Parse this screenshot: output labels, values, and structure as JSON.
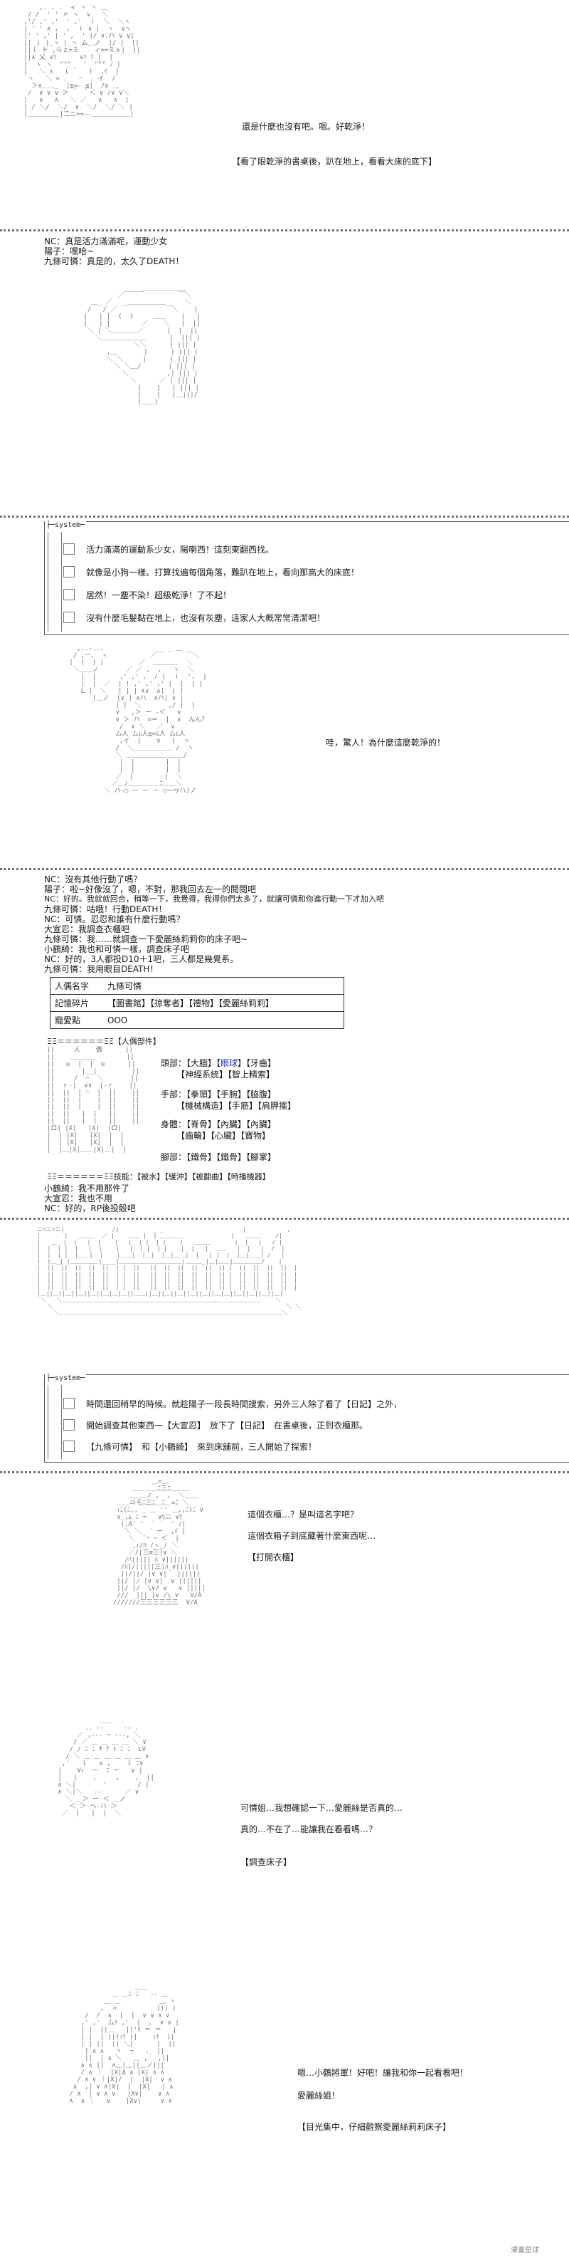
{
  "panel1": {
    "speech": "還是什麼也沒有吧。嗯。好乾淨！",
    "action": "【看了眼乾淨的書桌後，趴在地上，看看大床的底下】"
  },
  "log1": [
    "NC：真是活力滿滿呢，運動少女",
    "陽子：嘿哈~",
    "九條可憐：真是的，太久了DEATH！"
  ],
  "system1": {
    "tab": "├─system─",
    "lines": [
      "活力滿滿的運動系少女，陽喇西！這刻東翻西找。",
      "就像是小狗一樣。打算找遍每個角落，難趴在地上，看向那高大的床底！",
      "居然！一塵不染！超級乾淨！了不起！",
      "沒有什麼毛髮黏在地上，也沒有灰塵，這家人大概常常清潔吧！"
    ]
  },
  "panel2": {
    "speech": "哇，驚人！為什麼這麼乾淨的！"
  },
  "log2": [
    "NC：沒有其他行動了嗎？",
    "陽子：啦~好像沒了，嗯，不對，那我回去左一的閱閱吧",
    "NC：好的。我就就回合，稍等一下，我覺得，我得你們太多了，就讓可憐和你進行動一下才加入吧",
    "九條可憐：咕哦！行動DEATH！",
    "NC：可憐。忍忍和誰有什麼行動嗎？",
    "大宣忍：我調查衣櫃吧",
    "九條可憐：我……就調查一下愛麗絲莉莉你的床子吧~",
    "小鶴綺：我也和可憐一樣，調查床子吧",
    "NC：好的，3人都投D10＋1吧，三人都是幾覺系。",
    "九條可憐：我用眼目DEATH！"
  ],
  "profile": {
    "rows": [
      {
        "label": "人偶名字",
        "value": "九條可憐"
      },
      {
        "label": "記憶碎片",
        "value": "【圖書館】【掠奪者】【禮物】【愛麗絲莉莉】"
      },
      {
        "label": "寵愛點",
        "value": "OOO"
      }
    ]
  },
  "parts": {
    "header": "ΞΞ＝＝＝＝＝＝ΞΞ【人偶部件】",
    "head": "頭部：【大腦】【眼球】【牙齒】",
    "head_blue": "眼球",
    "head2": "【神經系統】【智上精索】",
    "arms": "手部：【拳頭】【手腕】【脇腹】",
    "arms2": "【機械構造】【手筋】【肩胛擺】",
    "torso": "身體：【脊骨】【內臟】【內臟】",
    "torso2": "【齒輪】【心臟】【寶物】",
    "legs": "腳部：【鐵骨】【鐵骨】【腳掌】",
    "footer": "ΞΞ＝＝＝＝＝＝ΞΞ技能：【被水】【緩沖】【被翻曲】【時播機器】"
  },
  "log3": [
    "小鶴綺：我不用那件了",
    "大宣忍：我也不用",
    "NC：好的，RP後投骰吧"
  ],
  "system2": {
    "tab": "├─system─",
    "lines": [
      "時間還回稍早的時候。就趁陽子一段長時間搜索，另外三人除了看了【日記】之外，",
      "開始調查其他東西一【大宣忍】　放下了【日記】　在書桌後，正到衣櫃那。",
      "【九條可憐】　和【小鶴綺】　來到床舖前，三人開始了探索！"
    ]
  },
  "panel3": {
    "speech": [
      "這個衣櫃…？是叫這名字吧？",
      "這個衣箱子到底藏著什麼東西呢…"
    ],
    "action": "【打開衣櫃】"
  },
  "panel4": {
    "speech": [
      "可憐姐…我想確認一下…愛麗絲是否真的…",
      "真的…不在了…能讓我在看看嗎…？"
    ],
    "action": "【調查床子】"
  },
  "panel5": {
    "speech": [
      "嗯…小鶴將軍！好吧！讓我和你一起看看吧！",
      "愛麗絲姐！"
    ],
    "action": "【目光集中，仔細觀察愛麗絲莉莉床子】"
  },
  "watermark": "漫畫星球"
}
